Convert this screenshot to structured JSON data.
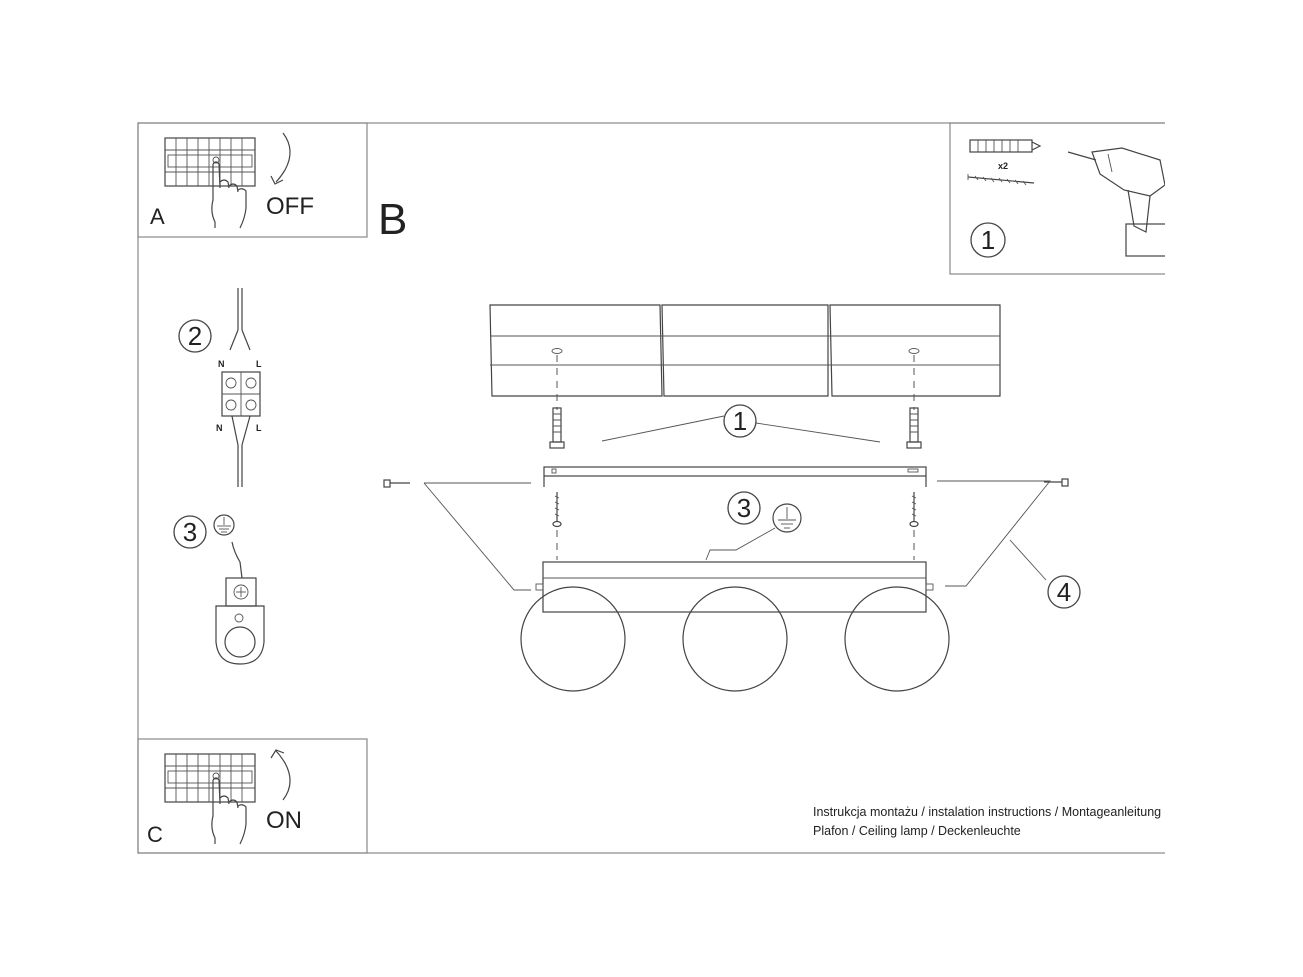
{
  "panel_a": {
    "letter": "A",
    "state": "OFF"
  },
  "panel_b": {
    "letter": "B"
  },
  "panel_c": {
    "letter": "C",
    "state": "ON"
  },
  "tools": {
    "step": "1",
    "qty": "x2"
  },
  "steps": {
    "wiring": "2",
    "neutral": "N",
    "live": "L",
    "ground": "3",
    "mount_screws": "1",
    "earth_wire": "3",
    "side_screws": "4"
  },
  "footer": {
    "line1": "Instrukcja montażu / instalation instructions / Montageanleitung",
    "line2": "Plafon / Ceiling lamp / Deckenleuchte"
  }
}
